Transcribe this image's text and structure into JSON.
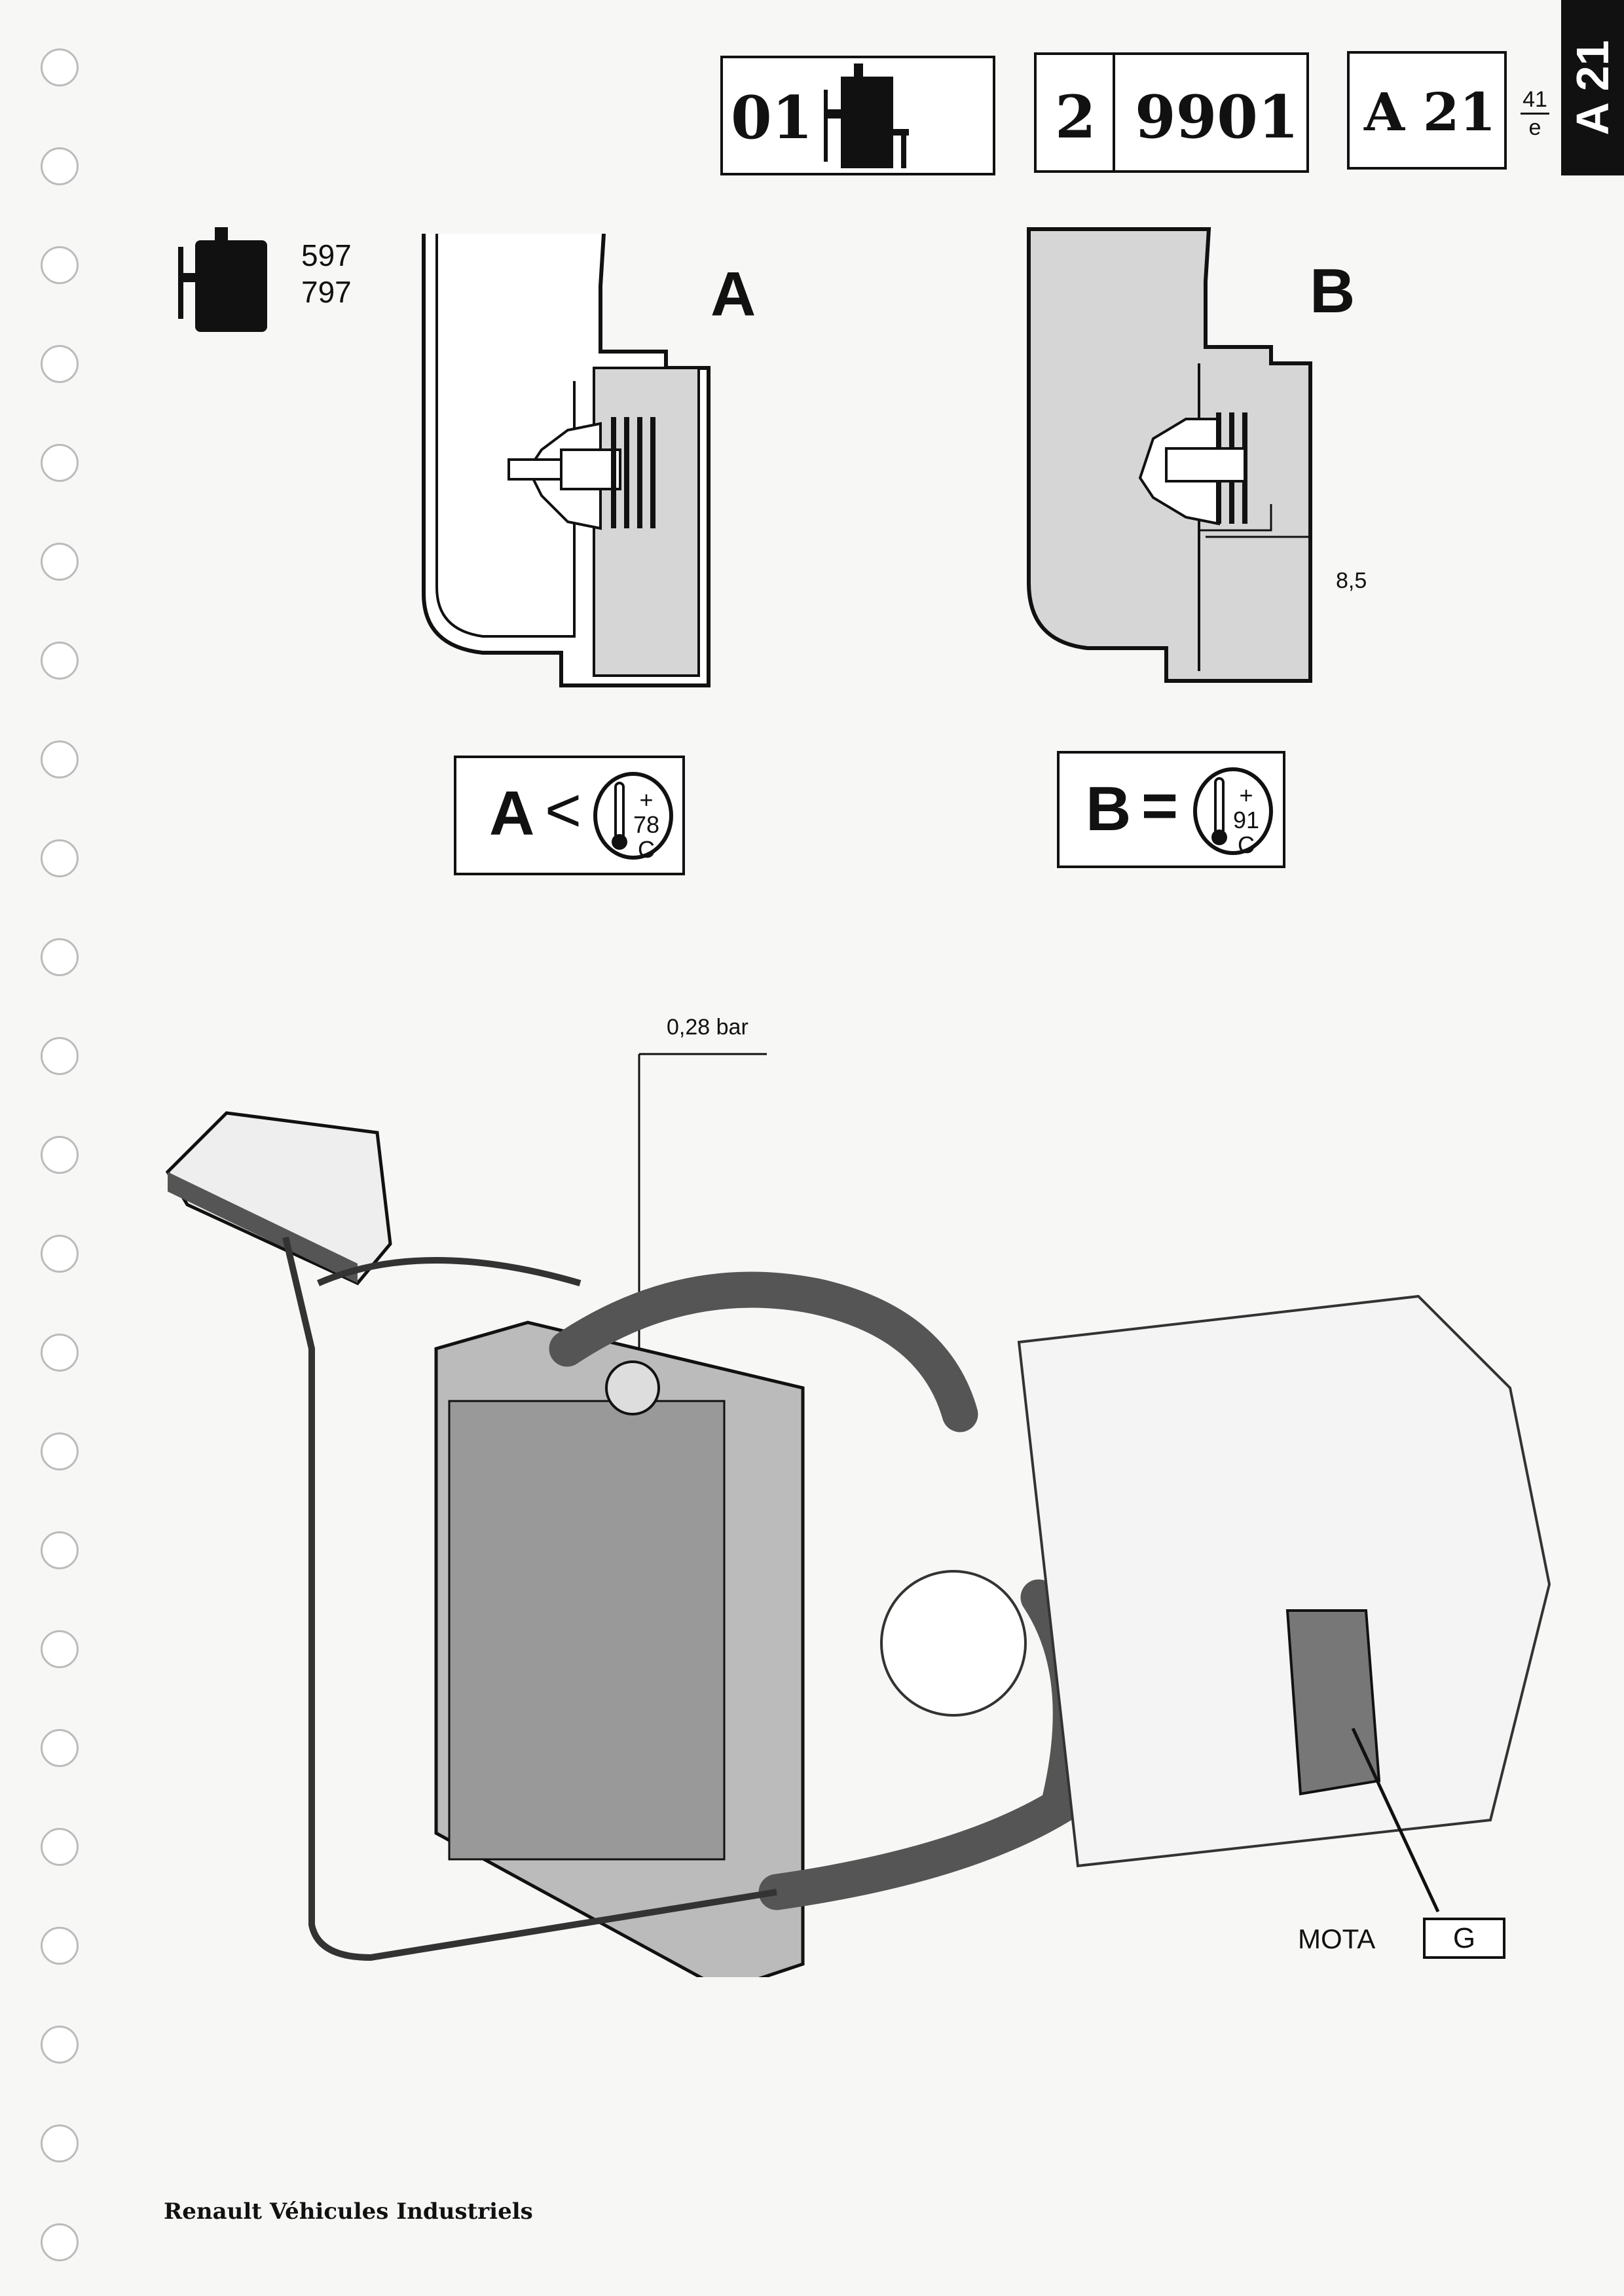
{
  "header": {
    "group_code": "01",
    "section_number": "2",
    "document_number": "9901",
    "chapter_code": "A 21",
    "page_number": "41",
    "page_suffix": "e",
    "side_tab": "A 21"
  },
  "engine_types": [
    "597",
    "797"
  ],
  "diagrams": {
    "label_a": "A",
    "label_b": "B",
    "dimension_b": "8,5"
  },
  "thermostat_ratings": {
    "a": {
      "label": "A",
      "operator": "<",
      "sign": "+",
      "temperature": "78",
      "unit": "C"
    },
    "b": {
      "label": "B",
      "operator": "=",
      "sign": "+",
      "temperature": "91",
      "unit": "C"
    }
  },
  "cooling_system": {
    "cap_pressure": "0,28 bar",
    "filter_label": "MOTA",
    "filter_code": "G"
  },
  "footer": {
    "publisher": "Renault Véhicules Industriels"
  }
}
